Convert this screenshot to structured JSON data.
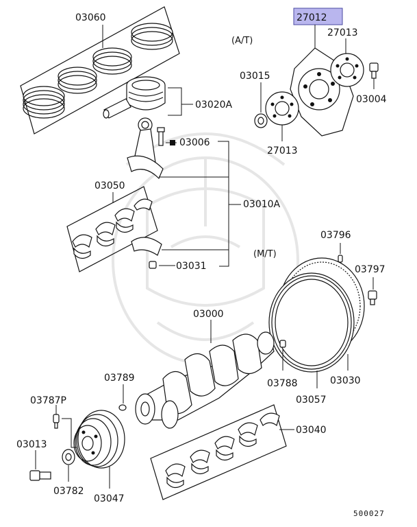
{
  "diagram": {
    "figure_code": "500027",
    "highlight_color": "#b9b6ee",
    "watermark": "samurai-helmet-logo",
    "variant_labels": {
      "at": "(A/T)",
      "mt": "(M/T)"
    },
    "parts": {
      "p03060": "03060",
      "p03020A": "03020A",
      "p03006": "03006",
      "p03050": "03050",
      "p03010A": "03010A",
      "p03031": "03031",
      "p27012": "27012",
      "p27013a": "27013",
      "p27013b": "27013",
      "p03015": "03015",
      "p03004": "03004",
      "p03796": "03796",
      "p03797": "03797",
      "p03000": "03000",
      "p03788": "03788",
      "p03030": "03030",
      "p03057": "03057",
      "p03789": "03789",
      "p03787P": "03787P",
      "p03013": "03013",
      "p03782": "03782",
      "p03047": "03047",
      "p03040": "03040"
    }
  }
}
